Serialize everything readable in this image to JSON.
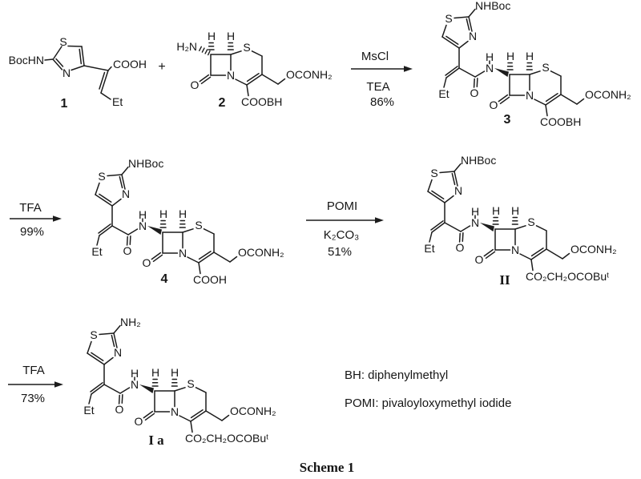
{
  "title": "Scheme 1",
  "atoms": {
    "S": "S",
    "N": "N",
    "O": "O",
    "H": "H",
    "Et": "Et",
    "plus": "+"
  },
  "compounds": {
    "c1": {
      "label": "1",
      "amine": "BocHN",
      "acid": "COOH"
    },
    "c2": {
      "label": "2",
      "amine": "H₂N",
      "carboxyl": "COOBH",
      "carbamate": "OCONH₂"
    },
    "c3": {
      "label": "3",
      "top": "NHBoc",
      "carboxyl": "COOBH",
      "carbamate": "OCONH₂"
    },
    "c4": {
      "label": "4",
      "top": "NHBoc",
      "carboxyl": "COOH",
      "carbamate": "OCONH₂"
    },
    "cII": {
      "label": "II",
      "top": "NHBoc",
      "carboxyl": "CO₂CH₂OCOBuᵗ",
      "carbamate": "OCONH₂"
    },
    "cIa": {
      "label": "I a",
      "top": "NH₂",
      "carboxyl": "CO₂CH₂OCOBuᵗ",
      "carbamate": "OCONH₂"
    }
  },
  "arrows": {
    "a1": {
      "above": "MsCl",
      "below1": "TEA",
      "below2": "86%"
    },
    "a2": {
      "above": "TFA",
      "below1": "99%"
    },
    "a3": {
      "above": "POMI",
      "below1": "K₂CO₃",
      "below2": "51%"
    },
    "a4": {
      "above": "TFA",
      "below1": "73%"
    }
  },
  "legend": {
    "line1": "BH: diphenylmethyl",
    "line2": "POMI: pivaloyloxymethyl iodide"
  }
}
